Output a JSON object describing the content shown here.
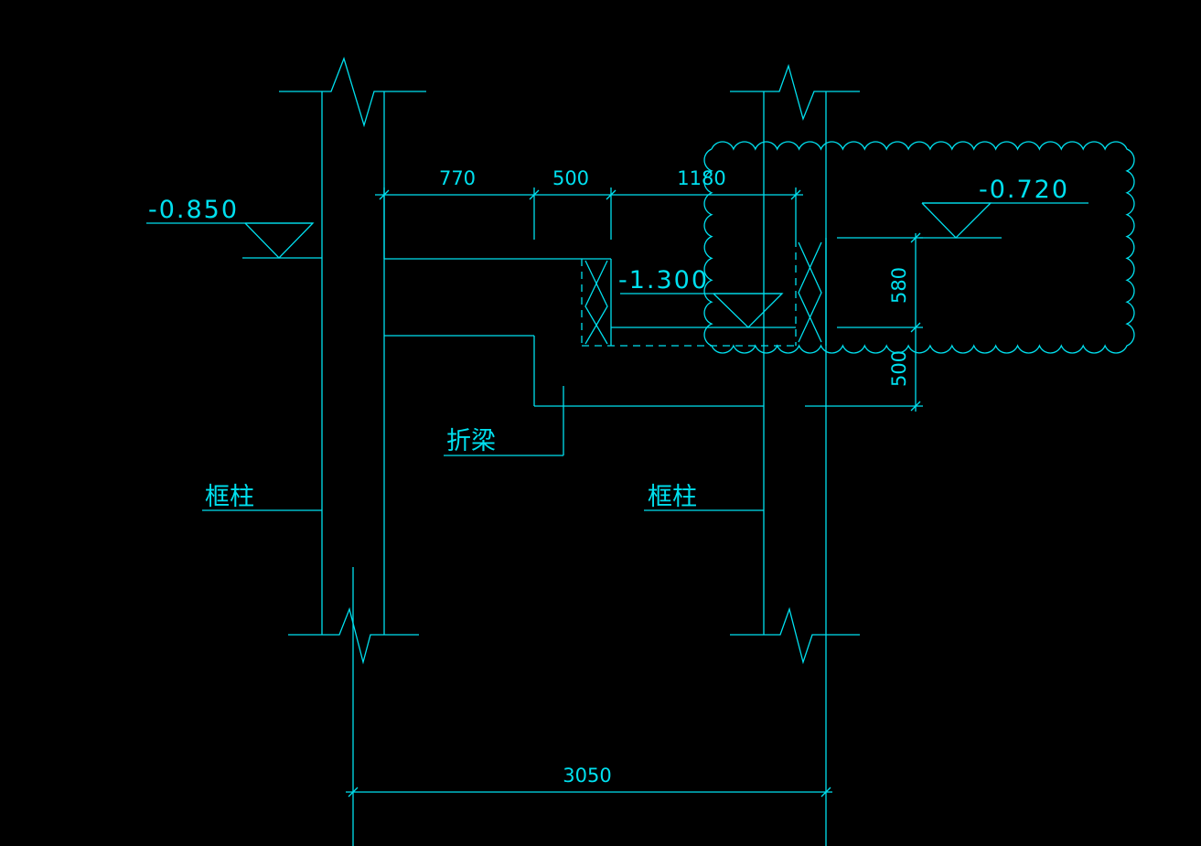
{
  "colors": {
    "background": "#000000",
    "line": "#00e0ef"
  },
  "elevations": {
    "left": "-0.850",
    "right": "-0.720",
    "center": "-1.300"
  },
  "dimensions": {
    "top_a": "770",
    "top_b": "500",
    "top_c": "1180",
    "vertical_upper": "580",
    "vertical_lower": "500",
    "bottom_span": "3050"
  },
  "labels": {
    "column_left": "框柱",
    "column_right": "框柱",
    "bent_beam": "折梁"
  }
}
